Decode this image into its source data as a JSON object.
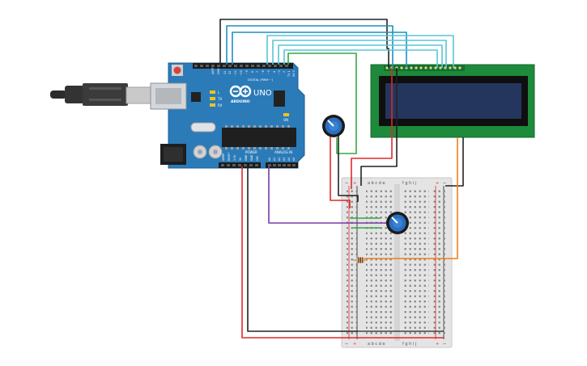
{
  "board": {
    "logo_text": "ARDUINO",
    "model": "UNO",
    "digital_label": "DIGITAL (PWM ~)",
    "power_label": "POWER",
    "analog_label": "ANALOG IN",
    "on_label": "ON",
    "tx_label": "TX",
    "rx_label": "RX",
    "l_label": "L",
    "top_pin_labels": [
      "AREF",
      "GND",
      "13",
      "12",
      "~11",
      "~10",
      "~9",
      "8",
      "7",
      "~6",
      "~5",
      "4",
      "~3",
      "2",
      "TX 1",
      "RX 0"
    ],
    "power_pin_labels": [
      "IOREF",
      "RESET",
      "3.3V",
      "5V",
      "GND",
      "GND",
      "VIN"
    ],
    "analog_pin_labels": [
      "A0",
      "A1",
      "A2",
      "A3",
      "A4",
      "A5"
    ]
  },
  "breadboard": {
    "top_columns_left": "a b c d e",
    "top_columns_right": "f g h i j",
    "bottom_columns_left": "a b c d e",
    "bottom_columns_right": "f g h i j",
    "plus_label": "+",
    "minus_label": "−"
  },
  "colors": {
    "board": "#2b7bb9",
    "lcd_pcb": "#1e8a3c",
    "lcd_screen": "#24365e",
    "breadboard": "#e4e4e4",
    "wire_red": "#e0282d",
    "wire_black": "#222222",
    "wire_blue": "#1f8fc2",
    "wire_teal": "#58c6d6",
    "wire_green": "#33a845",
    "wire_purple": "#7a3aa3",
    "wire_orange": "#f07f16"
  },
  "icons": {
    "usb": "usb-plug-icon",
    "pot": "potentiometer-icon",
    "resistor": "resistor-icon"
  }
}
